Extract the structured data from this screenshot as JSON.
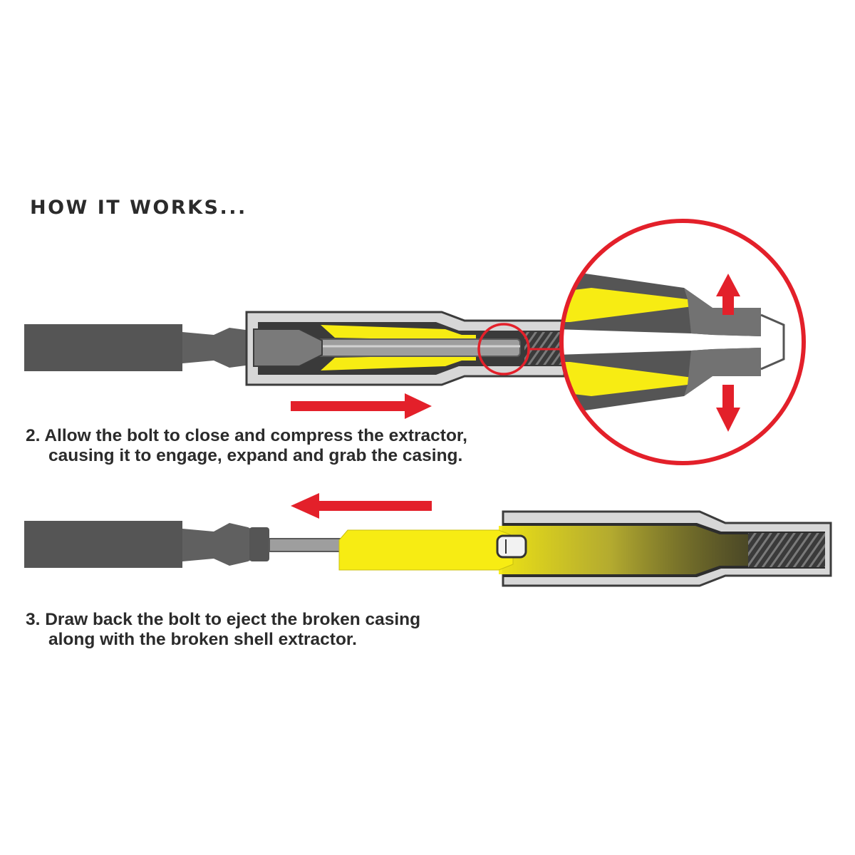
{
  "title": "HOW IT WORKS...",
  "steps": [
    {
      "line1": "2. Allow the bolt to close and compress the extractor,",
      "line2": "causing it to engage, expand and grab the casing."
    },
    {
      "line1": "3. Draw back the bolt to eject the broken casing",
      "line2": "along with the broken shell extractor."
    }
  ],
  "colors": {
    "accent_red": "#e3202a",
    "extractor_yellow": "#f7ec13",
    "bolt_gray": "#555555",
    "chamber_gray": "#d6d6d6",
    "text": "#2b2b2b"
  },
  "icons": [
    "arrow-right-icon",
    "arrow-left-icon",
    "arrow-up-icon",
    "arrow-down-icon",
    "magnifier-circle-icon"
  ]
}
